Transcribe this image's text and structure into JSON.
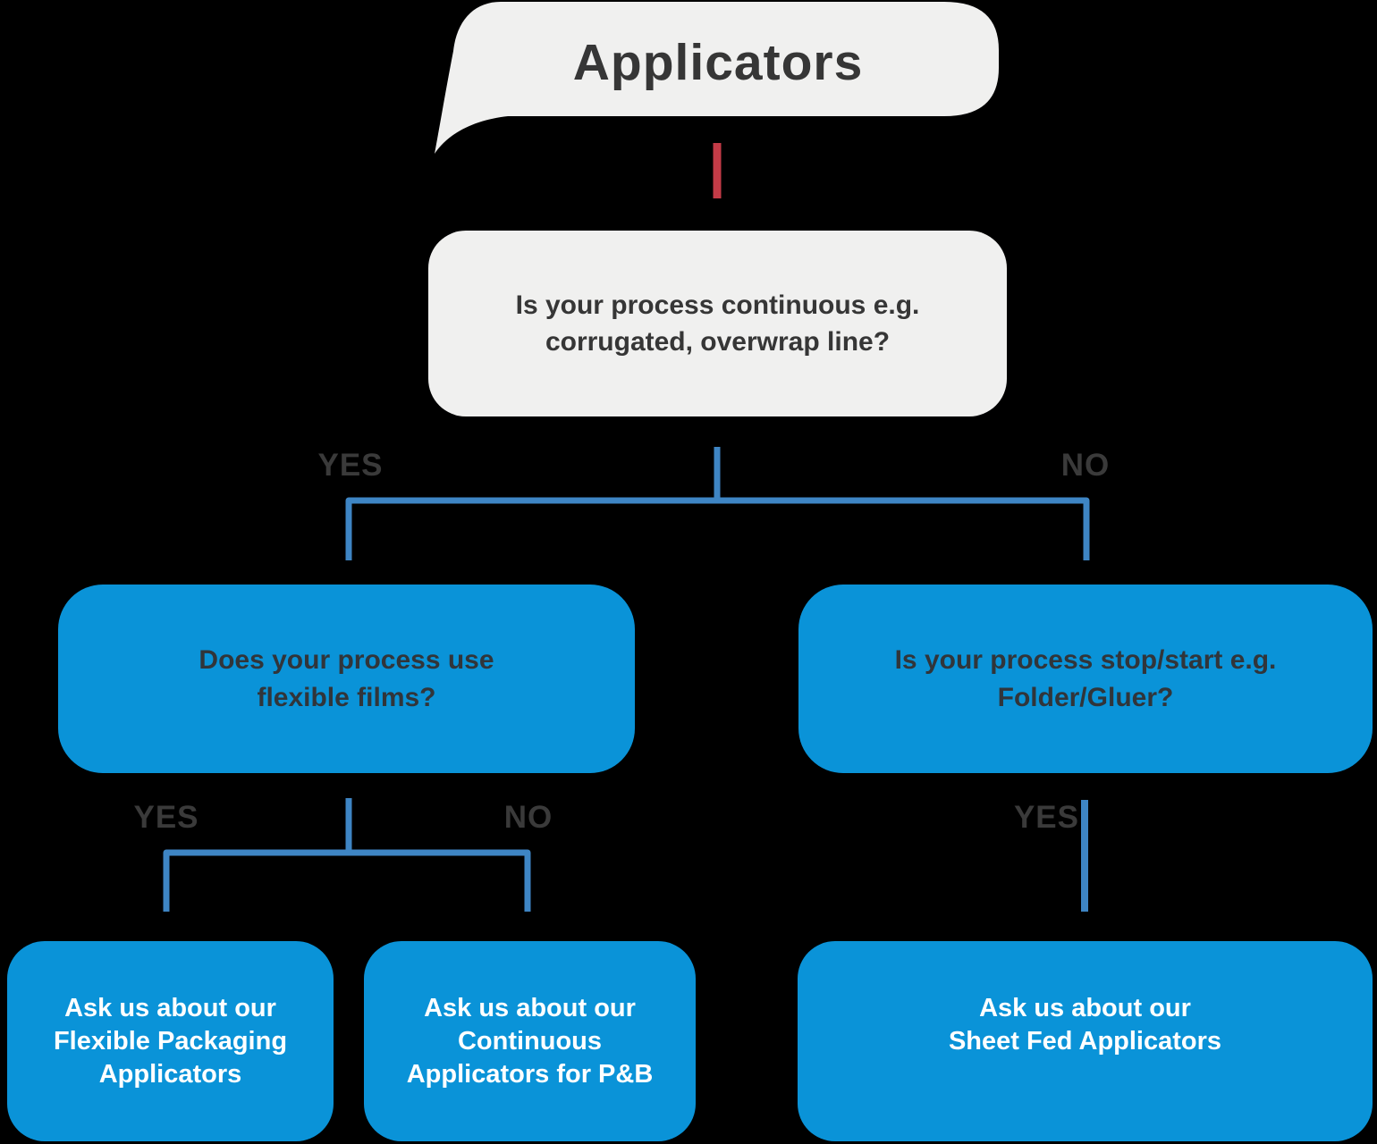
{
  "colors": {
    "background": "#000000",
    "panel_gray": "#f0f0ef",
    "box_blue": "#0a93d8",
    "connector_blue": "#3e85c4",
    "accent_red": "#c43b47",
    "text_dark": "#363636",
    "text_white": "#ffffff"
  },
  "title": {
    "label": "Applicators"
  },
  "root_question": {
    "lines": [
      "Is your process continuous e.g.",
      "corrugated, overwrap line?"
    ]
  },
  "branch1": {
    "yes_label": "YES",
    "no_label": "NO"
  },
  "left_question": {
    "lines": [
      "Does your process use",
      "flexible films?"
    ]
  },
  "right_question": {
    "lines": [
      "Is your process stop/start e.g.",
      "Folder/Gluer?"
    ]
  },
  "branch2": {
    "yes_label": "YES",
    "no_label": "NO"
  },
  "branch3": {
    "yes_label": "YES"
  },
  "outcomes": {
    "flexible": {
      "lines": [
        "Ask us about our",
        "Flexible Packaging",
        "Applicators"
      ]
    },
    "continuous": {
      "lines": [
        "Ask us about our",
        "Continuous",
        "Applicators for P&B"
      ]
    },
    "sheet_fed": {
      "lines": [
        "Ask us about our",
        "Sheet Fed Applicators"
      ]
    }
  }
}
